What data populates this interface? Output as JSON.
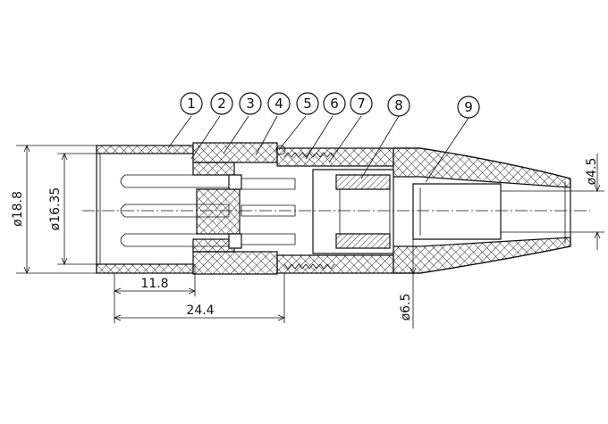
{
  "balloons": [
    "1",
    "2",
    "3",
    "4",
    "5",
    "6",
    "7",
    "8",
    "9"
  ],
  "dimensions": {
    "outer_diameter": "ø18.8",
    "inner_diameter": "ø16.35",
    "length_short": "11.8",
    "length_long": "24.4",
    "bore_diameter": "ø6.5",
    "cable_diameter": "ø4.5"
  }
}
